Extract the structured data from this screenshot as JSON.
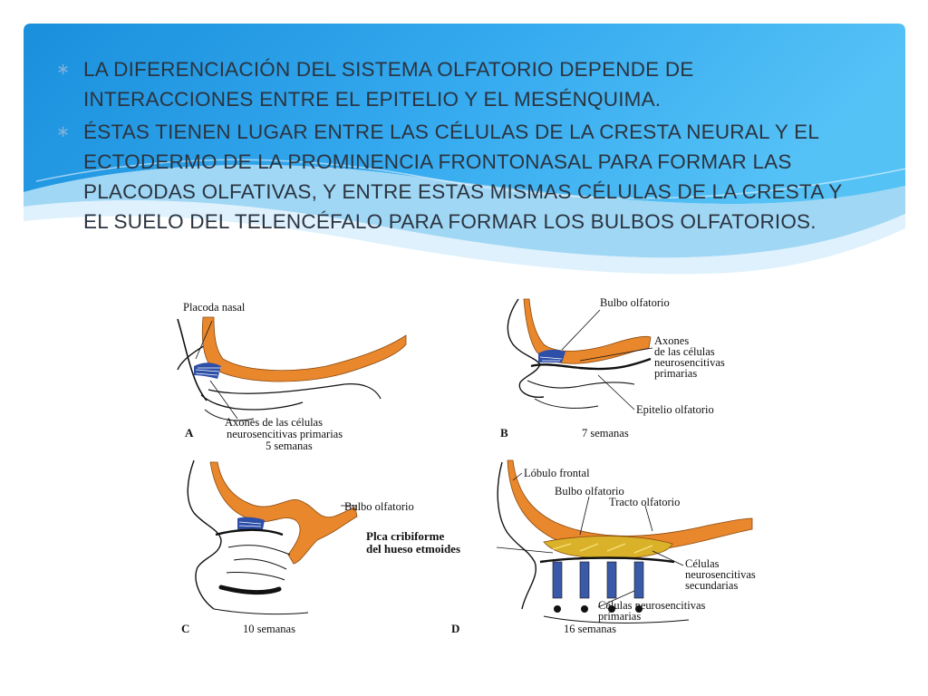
{
  "slide": {
    "accent_color": "#1f94e0",
    "bullet_marker": "∗",
    "bullets": [
      "LA DIFERENCIACIÓN DEL SISTEMA OLFATORIO DEPENDE DE INTERACCIONES ENTRE EL EPITELIO Y EL MESÉNQUIMA.",
      "ÉSTAS TIENEN LUGAR ENTRE LAS CÉLULAS DE LA CRESTA NEURAL Y EL ECTODERMO DE LA PROMINENCIA FRONTONASAL PARA FORMAR LAS PLACODAS OLFATIVAS, Y ENTRE ESTAS MISMAS CÉLULAS DE LA CRESTA Y EL SUELO DEL TELENCÉFALO PARA FORMAR LOS BULBOS OLFATORIOS."
    ]
  },
  "figure": {
    "tissue_color": "#e8872c",
    "panels": {
      "A": {
        "letter": "A",
        "stage": "5 semanas",
        "labels": [
          "Placoda nasal",
          "Axones de las células",
          "neurosencitivas primarias"
        ]
      },
      "B": {
        "letter": "B",
        "stage": "7 semanas",
        "labels": [
          "Bulbo olfatorio",
          "Axones",
          "de las células",
          "neurosencitivas",
          "primarias",
          "Epitelio olfatorio"
        ]
      },
      "C": {
        "letter": "C",
        "stage": "10 semanas",
        "labels": [
          "Bulbo olfatorio"
        ]
      },
      "D": {
        "letter": "D",
        "stage": "16 semanas",
        "labels": [
          "Lóbulo frontal",
          "Bulbo olfatorio",
          "Tracto olfatorio",
          "Plca cribiforme",
          "del hueso etmoides",
          "Células",
          "neurosencitivas",
          "secundarias",
          "Células neurosencitivas",
          "primarias"
        ]
      }
    }
  }
}
